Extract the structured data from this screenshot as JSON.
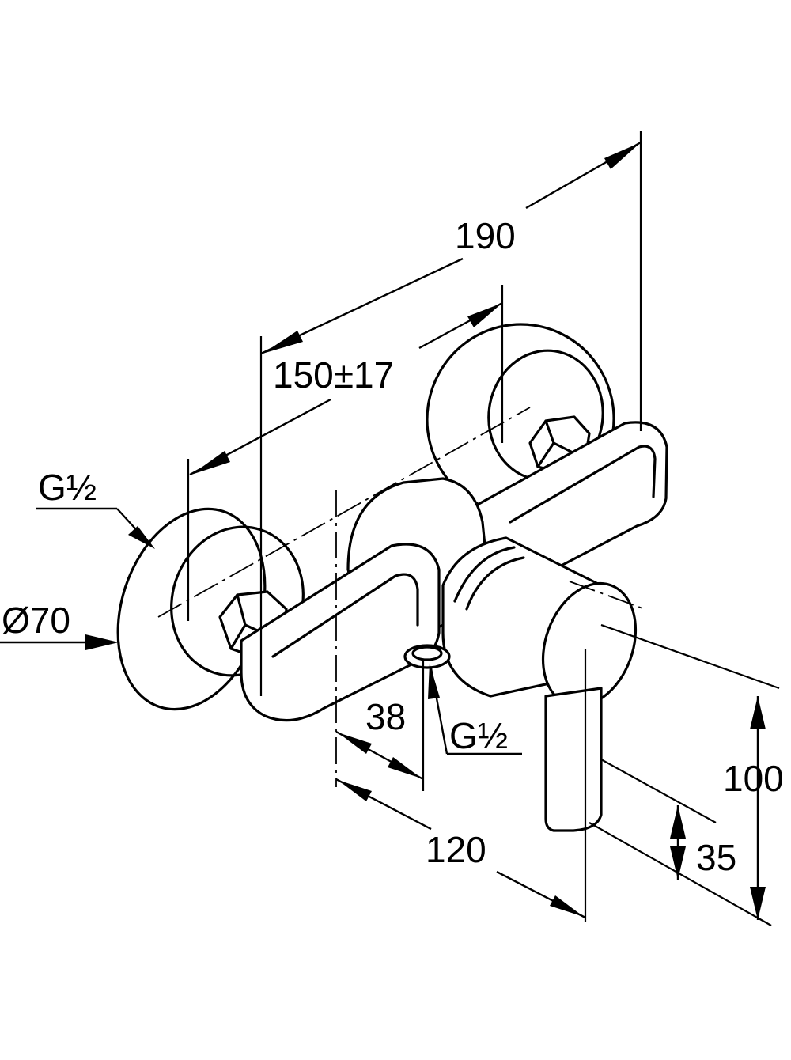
{
  "dimensions": {
    "overall_width": "190",
    "center_distance": "150±17",
    "rosette_diameter": "Ø70",
    "inlet_thread": "G½",
    "outlet_thread": "G½",
    "outlet_offset": "38",
    "projection": "120",
    "outlet_height": "35",
    "total_height": "100"
  }
}
